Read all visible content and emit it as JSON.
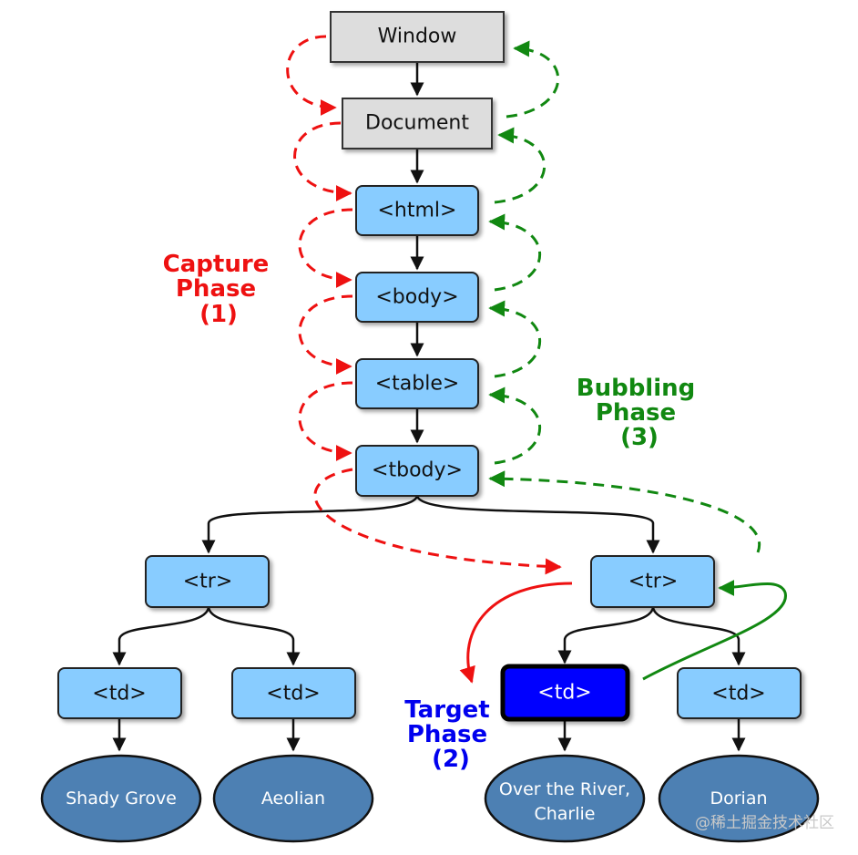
{
  "nodes": {
    "window": "Window",
    "document": "Document",
    "html": "<html>",
    "body": "<body>",
    "table": "<table>",
    "tbody": "<tbody>",
    "tr_left": "<tr>",
    "tr_right": "<tr>",
    "td_1": "<td>",
    "td_2": "<td>",
    "td_target": "<td>",
    "td_4": "<td>"
  },
  "leaves": {
    "leaf_1": "Shady Grove",
    "leaf_2": "Aeolian",
    "leaf_3_line1": "Over the River,",
    "leaf_3_line2": "Charlie",
    "leaf_4": "Dorian"
  },
  "phases": {
    "capture": {
      "line1": "Capture",
      "line2": "Phase",
      "line3": "(1)"
    },
    "bubbling": {
      "line1": "Bubbling",
      "line2": "Phase",
      "line3": "(3)"
    },
    "target": {
      "line1": "Target",
      "line2": "Phase",
      "line3": "(2)"
    }
  },
  "watermark": "@稀土掘金技术社区",
  "colors": {
    "capture": "#ee1111",
    "bubbling": "#118811",
    "target": "#0000ee",
    "node_fill": "#88ccff",
    "root_fill": "#dddddd",
    "leaf_fill": "#4d80b3",
    "target_fill": "#0000ff"
  }
}
